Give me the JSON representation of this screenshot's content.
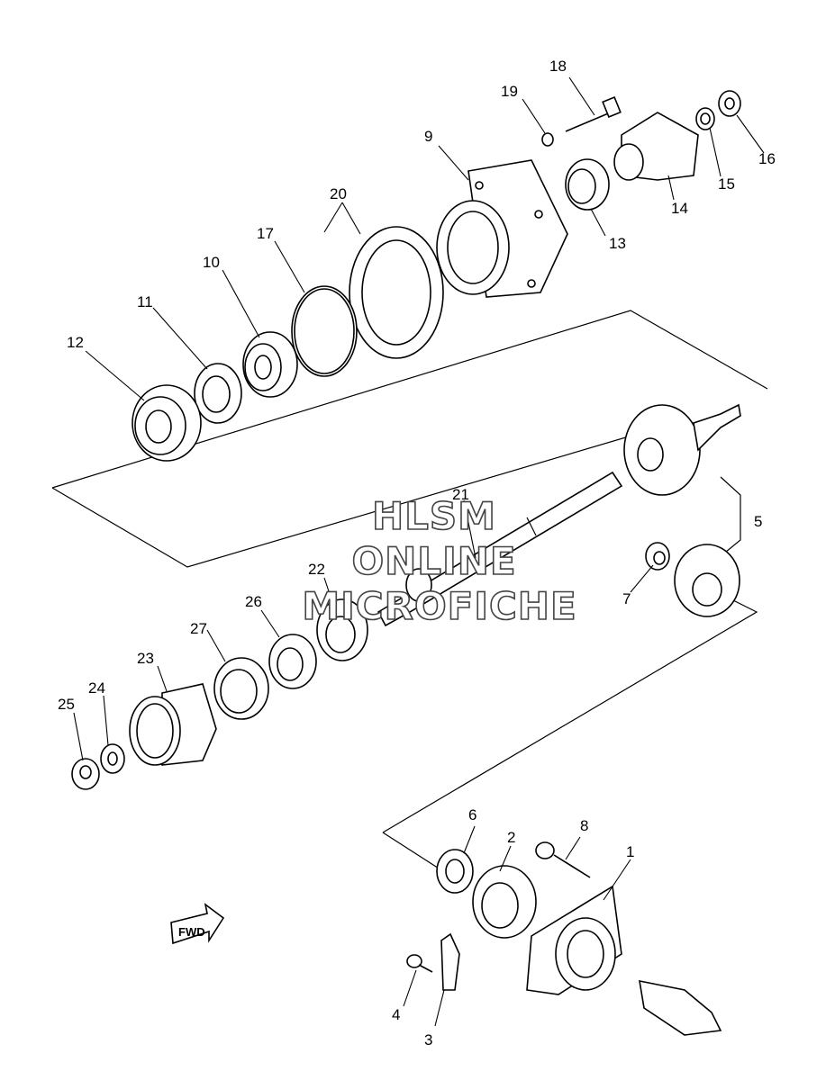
{
  "watermark": {
    "line1": "HLSM",
    "line2": "ONLINE",
    "line3": "MICROFICHE"
  },
  "direction_marker": "FWD",
  "callouts": [
    {
      "id": "c1",
      "text": "1"
    },
    {
      "id": "c2",
      "text": "2"
    },
    {
      "id": "c3",
      "text": "3"
    },
    {
      "id": "c4",
      "text": "4"
    },
    {
      "id": "c5",
      "text": "5"
    },
    {
      "id": "c6",
      "text": "6"
    },
    {
      "id": "c7",
      "text": "7"
    },
    {
      "id": "c8",
      "text": "8"
    },
    {
      "id": "c9",
      "text": "9"
    },
    {
      "id": "c10",
      "text": "10"
    },
    {
      "id": "c11",
      "text": "11"
    },
    {
      "id": "c12",
      "text": "12"
    },
    {
      "id": "c13",
      "text": "13"
    },
    {
      "id": "c14",
      "text": "14"
    },
    {
      "id": "c15",
      "text": "15"
    },
    {
      "id": "c16",
      "text": "16"
    },
    {
      "id": "c17",
      "text": "17"
    },
    {
      "id": "c18",
      "text": "18"
    },
    {
      "id": "c19",
      "text": "19"
    },
    {
      "id": "c20",
      "text": "20"
    },
    {
      "id": "c21",
      "text": "21"
    },
    {
      "id": "c22",
      "text": "22"
    },
    {
      "id": "c23",
      "text": "23"
    },
    {
      "id": "c24",
      "text": "24"
    },
    {
      "id": "c25",
      "text": "25"
    },
    {
      "id": "c26",
      "text": "26"
    },
    {
      "id": "c27",
      "text": "27"
    }
  ]
}
